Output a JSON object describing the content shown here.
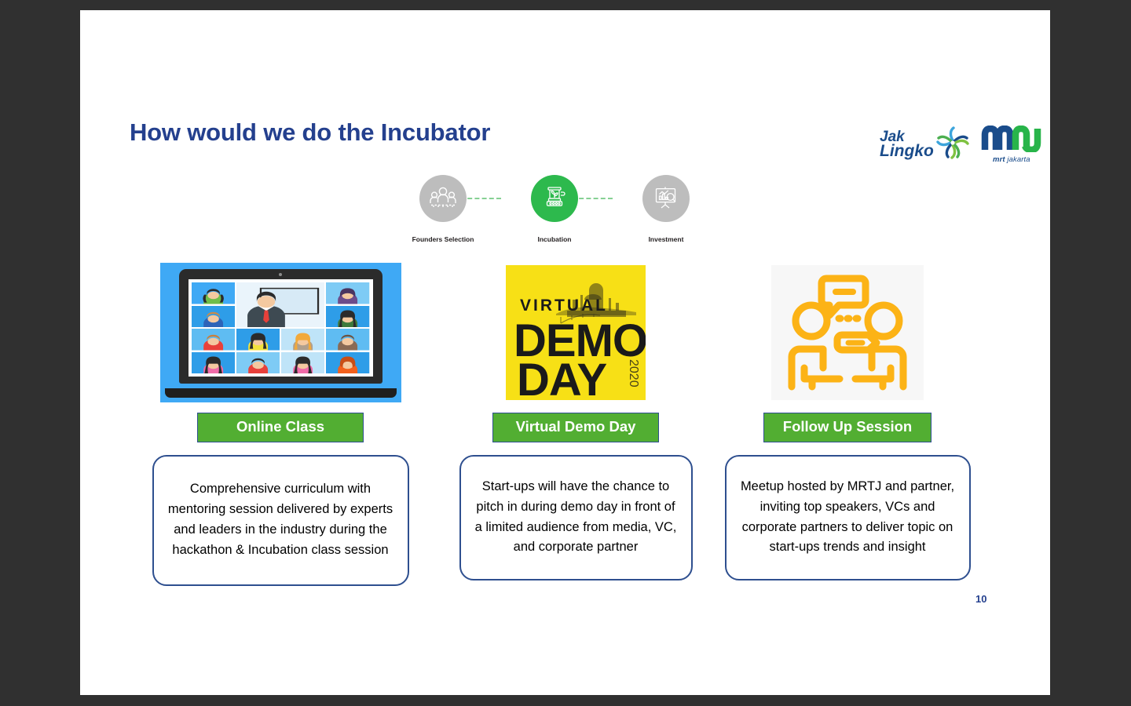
{
  "slide": {
    "title": "How would we do the Incubator",
    "number": "10",
    "background_color": "#ffffff",
    "stage_background_color": "#303030",
    "title_color": "#24408E"
  },
  "logos": {
    "jaklingko": {
      "line1": "Jak",
      "line2": "Lingko",
      "icon": "pinwheel-icon",
      "color_blue": "#1A4C8B",
      "color_green": "#4CAF50"
    },
    "mrt": {
      "mark": "MJ",
      "sub_bold": "mrt",
      "sub_italic": "jakarta",
      "color_blue": "#1A4C8B",
      "color_green": "#28B44A"
    }
  },
  "process_flow": {
    "connector_color": "#86D094",
    "steps": [
      {
        "label": "Founders Selection",
        "icon": "group-of-people-icon",
        "state": "inactive",
        "color": "#BDBDBD"
      },
      {
        "label": "Incubation",
        "icon": "incubator-jar-plant-icon",
        "state": "active",
        "color": "#2DB94D"
      },
      {
        "label": "Investment",
        "icon": "chart-board-magnifier-icon",
        "state": "inactive",
        "color": "#BDBDBD"
      }
    ]
  },
  "columns": [
    {
      "media": "online-class-video-call-illustration",
      "banner_label": "Online Class",
      "description": "Comprehensive curriculum with mentoring session delivered by experts and leaders in the industry during the hackathon & Incubation class session"
    },
    {
      "media": "virtual-demo-day-poster",
      "poster": {
        "line_top": "VIRTUAL",
        "line_1": "DEMO",
        "line_2": "DAY",
        "year": "2020",
        "background_color": "#F7E016",
        "text_color": "#1A1A1A"
      },
      "banner_label": "Virtual Demo Day",
      "description": "Start-ups will have the chance to pitch in during demo day in front of a limited audience from media, VC, and corporate partner"
    },
    {
      "media": "follow-up-meeting-icon",
      "banner_label": "Follow Up Session",
      "description": "Meetup hosted by MRTJ and partner, inviting top speakers, VCs and corporate partners to deliver topic on start-ups trends and insight"
    }
  ],
  "theme": {
    "banner_green": "#52AE32",
    "banner_border_blue": "#2E4F8F",
    "box_border_blue": "#2E4F8F",
    "accent_orange": "#FCB316"
  }
}
